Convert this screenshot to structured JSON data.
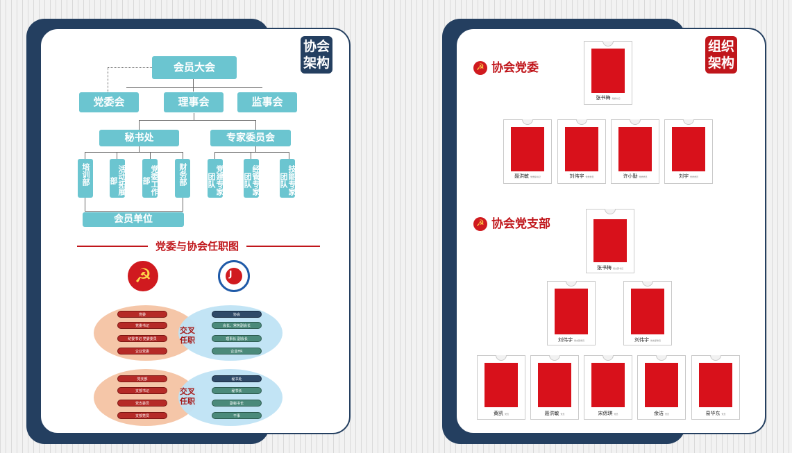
{
  "left_panel": {
    "tag": [
      "协会",
      "架构"
    ],
    "org": {
      "top": "会员大会",
      "level2": [
        "党委会",
        "理事会",
        "监事会"
      ],
      "secretariat": "秘书处",
      "expert": "专家委员会",
      "departments": [
        "培训部",
        "活动拓展部",
        "党委工作部",
        "财务部"
      ],
      "teams": [
        "党建专家团队",
        "经管专家团队",
        "技能专家团队"
      ],
      "members": "会员单位"
    },
    "section_title": "党委与协会任职图",
    "group1": {
      "left": [
        "党委",
        "党委书记",
        "纪委书记  党委委员",
        "企业党委"
      ],
      "cross": [
        "交叉",
        "任职"
      ],
      "right": [
        "协会",
        "会长、常务副会长",
        "理事长  副会长",
        "企业HR"
      ]
    },
    "group2": {
      "left": [
        "党支部",
        "支部书记",
        "党支委员",
        "支部党员"
      ],
      "cross": [
        "交叉",
        "任职"
      ],
      "right": [
        "秘书处",
        "秘书长",
        "副秘书长",
        "干事"
      ]
    }
  },
  "right_panel": {
    "tag": [
      "组织",
      "架构"
    ],
    "committee_title": "协会党委",
    "branch_title": "协会党支部",
    "committee_top": {
      "name": "张书梅",
      "role": "党委书记"
    },
    "committee_members": [
      {
        "name": "聂洪敏",
        "role": "党委副书记"
      },
      {
        "name": "刘伟宇",
        "role": "党委委员"
      },
      {
        "name": "许小勤",
        "role": "党委委员"
      },
      {
        "name": "刘宇",
        "role": "党委委员"
      }
    ],
    "branch_top": {
      "name": "张书梅",
      "role": "党支部书记"
    },
    "branch_mid": [
      {
        "name": "刘伟宇",
        "role": "党支部委员"
      },
      {
        "name": "刘伟宇",
        "role": "党支部委员"
      }
    ],
    "branch_members": [
      {
        "name": "黄凯",
        "role": "党员"
      },
      {
        "name": "聂洪敏",
        "role": "党员"
      },
      {
        "name": "宋偲琪",
        "role": "党员"
      },
      {
        "name": "余洁",
        "role": "党员"
      },
      {
        "name": "易华东",
        "role": "党员"
      }
    ]
  },
  "colors": {
    "navy": "#243f60",
    "teal": "#6bc5d0",
    "party_red": "#c0161b",
    "photo_bg": "#d8111b"
  }
}
